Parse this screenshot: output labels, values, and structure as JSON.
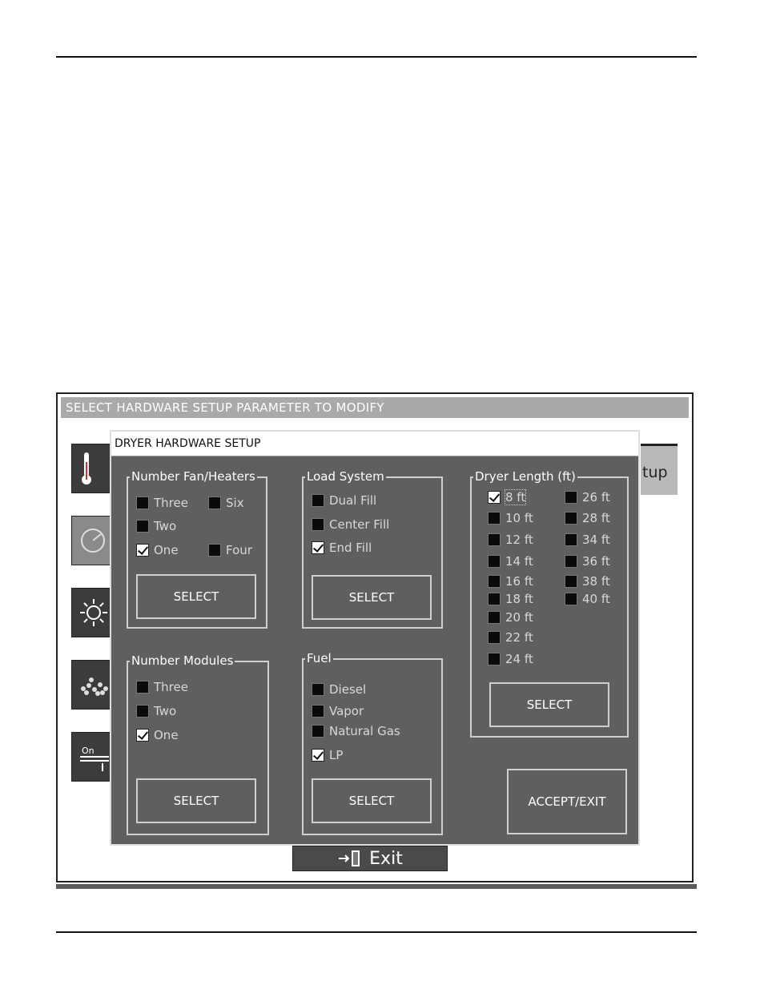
{
  "screen": {
    "title": "SELECT HARDWARE SETUP PARAMETER TO MODIFY",
    "setup_tab_partial": "tup",
    "exit_label": "Exit",
    "side_buttons": [
      {
        "icon": "thermometer-icon"
      },
      {
        "icon": "gauge-icon"
      },
      {
        "icon": "sun-icon"
      },
      {
        "icon": "grain-icon"
      },
      {
        "icon": "on-off-switch-icon",
        "text": "On"
      }
    ]
  },
  "dialog": {
    "title": "DRYER HARDWARE SETUP",
    "fan_heaters": {
      "label": "Number Fan/Heaters",
      "options": [
        {
          "label": "Three",
          "checked": false
        },
        {
          "label": "Six",
          "checked": false
        },
        {
          "label": "Two",
          "checked": false
        },
        {
          "label": "One",
          "checked": true
        },
        {
          "label": "Four",
          "checked": false
        }
      ],
      "select_label": "SELECT"
    },
    "load_system": {
      "label": "Load System",
      "options": [
        {
          "label": "Dual Fill",
          "checked": false
        },
        {
          "label": "Center Fill",
          "checked": false
        },
        {
          "label": "End Fill",
          "checked": true
        }
      ],
      "select_label": "SELECT"
    },
    "dryer_length": {
      "label": "Dryer Length (ft)",
      "options": [
        {
          "label": "8 ft",
          "checked": true
        },
        {
          "label": "10 ft",
          "checked": false
        },
        {
          "label": "12 ft",
          "checked": false
        },
        {
          "label": "14 ft",
          "checked": false
        },
        {
          "label": "16 ft",
          "checked": false
        },
        {
          "label": "18 ft",
          "checked": false
        },
        {
          "label": "20 ft",
          "checked": false
        },
        {
          "label": "22 ft",
          "checked": false
        },
        {
          "label": "24 ft",
          "checked": false
        },
        {
          "label": "26 ft",
          "checked": false
        },
        {
          "label": "28 ft",
          "checked": false
        },
        {
          "label": "34 ft",
          "checked": false
        },
        {
          "label": "36 ft",
          "checked": false
        },
        {
          "label": "38 ft",
          "checked": false
        },
        {
          "label": "40 ft",
          "checked": false
        }
      ],
      "select_label": "SELECT"
    },
    "modules": {
      "label": "Number Modules",
      "options": [
        {
          "label": "Three",
          "checked": false
        },
        {
          "label": "Two",
          "checked": false
        },
        {
          "label": "One",
          "checked": true
        }
      ],
      "select_label": "SELECT"
    },
    "fuel": {
      "label": "Fuel",
      "options": [
        {
          "label": "Diesel",
          "checked": false
        },
        {
          "label": "Vapor",
          "checked": false
        },
        {
          "label": "Natural Gas",
          "checked": false
        },
        {
          "label": "LP",
          "checked": true
        }
      ],
      "select_label": "SELECT"
    },
    "accept_exit_label": "ACCEPT/EXIT"
  }
}
